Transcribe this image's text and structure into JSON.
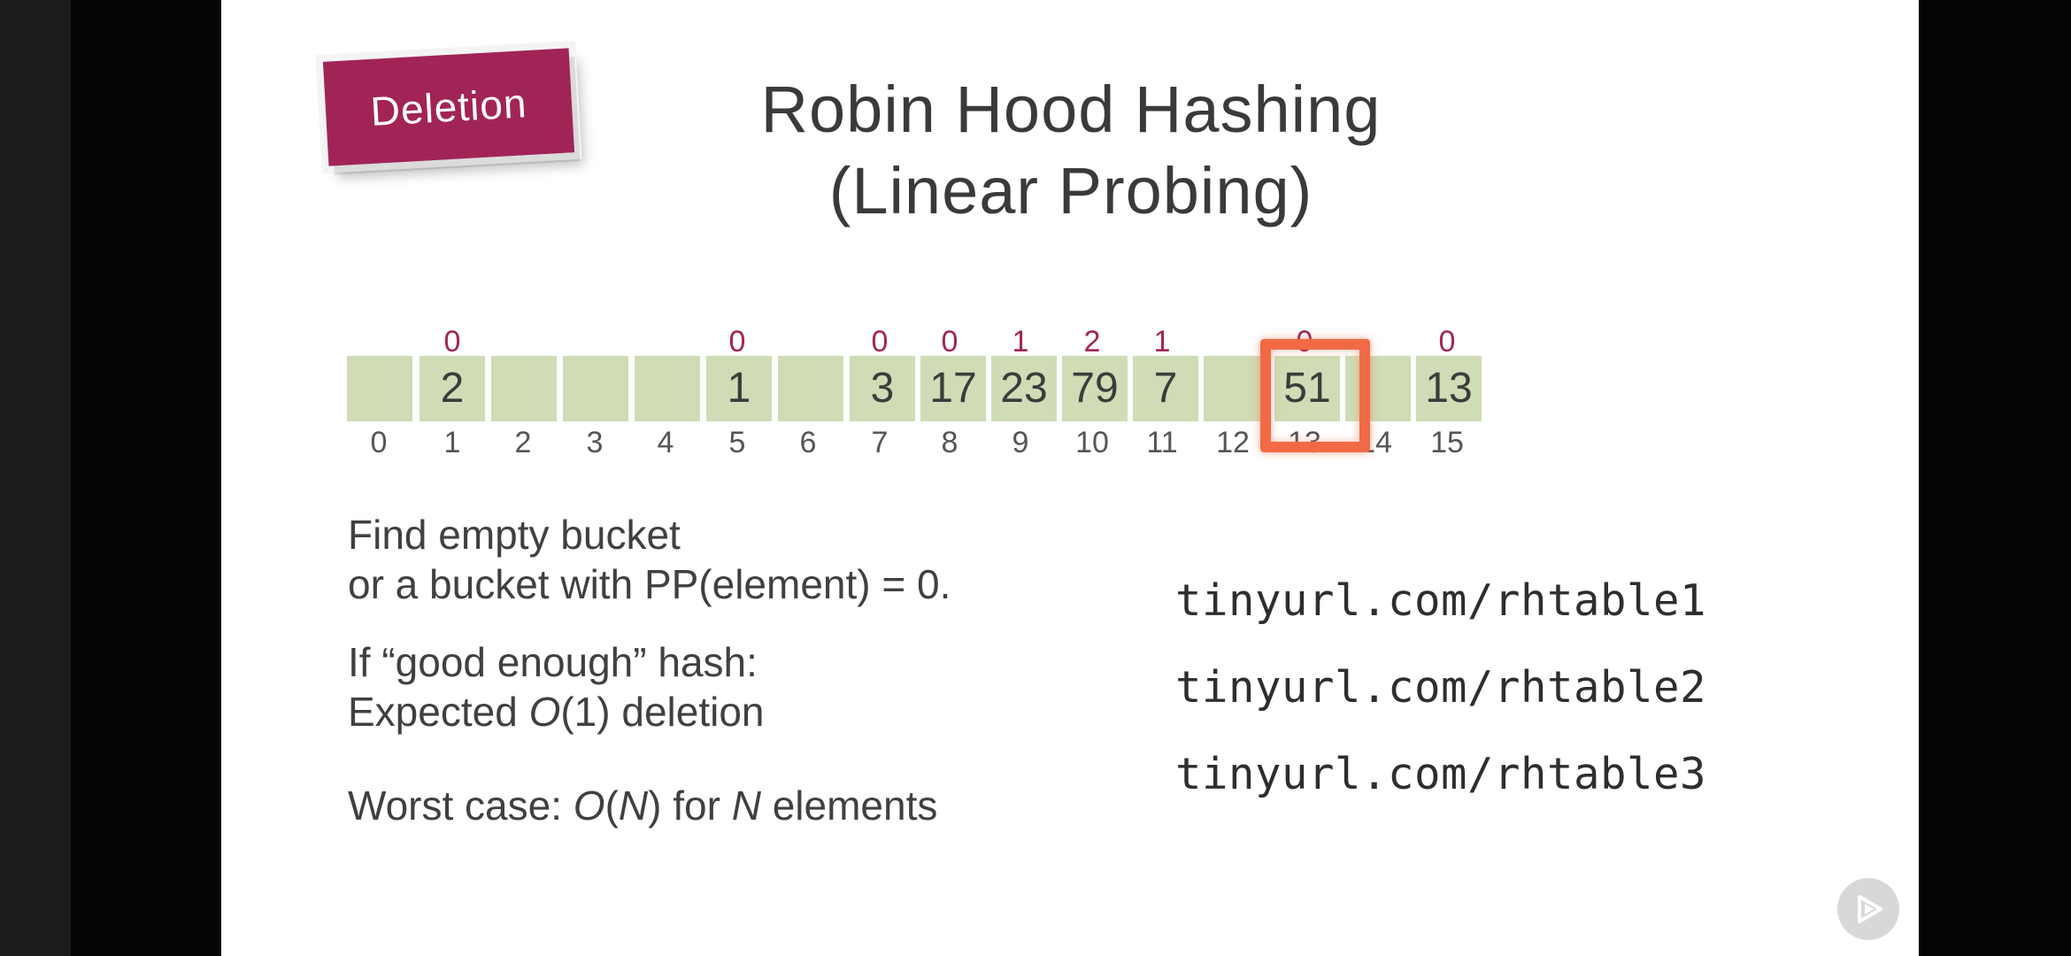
{
  "slide": {
    "tag_label": "Deletion",
    "title_line1": "Robin Hood Hashing",
    "title_line2": "(Linear Probing)",
    "table": {
      "indices": [
        "0",
        "1",
        "2",
        "3",
        "4",
        "5",
        "6",
        "7",
        "8",
        "9",
        "10",
        "11",
        "12",
        "13",
        "14",
        "15"
      ],
      "values": [
        "",
        "2",
        "",
        "",
        "",
        "1",
        "",
        "3",
        "17",
        "23",
        "79",
        "7",
        "",
        "51",
        "",
        "13"
      ],
      "probe_lengths": [
        "",
        "0",
        "",
        "",
        "",
        "0",
        "",
        "0",
        "0",
        "1",
        "2",
        "1",
        "",
        "0",
        "",
        "0"
      ],
      "highlighted_index": "13"
    },
    "notes": {
      "line1": "Find empty bucket",
      "line2": "or a bucket with PP(element) = 0.",
      "line3": "If “good enough” hash:",
      "line4_prefix": "Expected ",
      "line4_italic": "O",
      "line4_suffix": "(1) deletion",
      "worst_prefix": "Worst case: ",
      "worst_o": "O",
      "worst_paren_open": "(",
      "worst_n": "N",
      "worst_paren_close": ") for ",
      "worst_n2": "N",
      "worst_suffix": " elements"
    },
    "links": [
      "tinyurl.com/rhtable1",
      "tinyurl.com/rhtable2",
      "tinyurl.com/rhtable3"
    ]
  },
  "colors": {
    "accent": "#a12457",
    "cell": "#cfdcb5",
    "highlight": "#f26a45"
  },
  "icons": {
    "play_button": "play-icon"
  }
}
